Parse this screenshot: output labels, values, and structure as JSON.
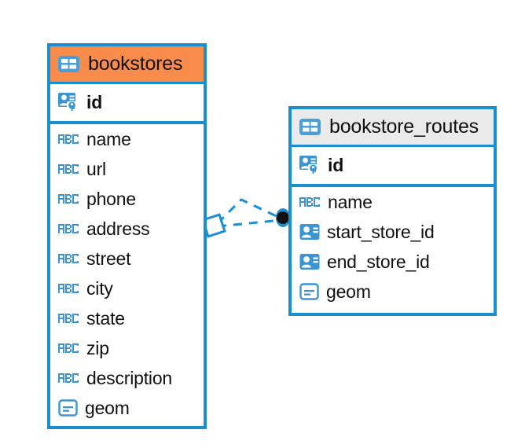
{
  "diagram": {
    "type": "entity-relationship-diagram",
    "background_color": "#ffffff",
    "accent_color": "#1a8fd0",
    "highlight_color": "#fa8c4b"
  },
  "entities": [
    {
      "name": "bookstores",
      "header_color": "#fa8c4b",
      "table_icon": "table-icon",
      "primary_keys": [
        {
          "label": "id",
          "icon": "primary-key-icon"
        }
      ],
      "fields": [
        {
          "label": "name",
          "icon": "text-type-icon"
        },
        {
          "label": "url",
          "icon": "text-type-icon"
        },
        {
          "label": "phone",
          "icon": "text-type-icon"
        },
        {
          "label": "address",
          "icon": "text-type-icon"
        },
        {
          "label": "street",
          "icon": "text-type-icon"
        },
        {
          "label": "city",
          "icon": "text-type-icon"
        },
        {
          "label": "state",
          "icon": "text-type-icon"
        },
        {
          "label": "zip",
          "icon": "text-type-icon"
        },
        {
          "label": "description",
          "icon": "text-type-icon"
        },
        {
          "label": "geom",
          "icon": "geometry-type-icon"
        }
      ]
    },
    {
      "name": "bookstore_routes",
      "header_color": "#eaeaea",
      "table_icon": "table-icon",
      "primary_keys": [
        {
          "label": "id",
          "icon": "primary-key-icon"
        }
      ],
      "fields": [
        {
          "label": "name",
          "icon": "text-type-icon"
        },
        {
          "label": "start_store_id",
          "icon": "foreign-key-icon"
        },
        {
          "label": "end_store_id",
          "icon": "foreign-key-icon"
        },
        {
          "label": "geom",
          "icon": "geometry-type-icon"
        }
      ]
    }
  ],
  "relationship": {
    "from_entity": "bookstores",
    "to_entity": "bookstore_routes",
    "from_marker": "diamond-marker",
    "to_marker": "filled-circle-marker",
    "line_style": "dashed",
    "line_color": "#1a8fd0"
  }
}
